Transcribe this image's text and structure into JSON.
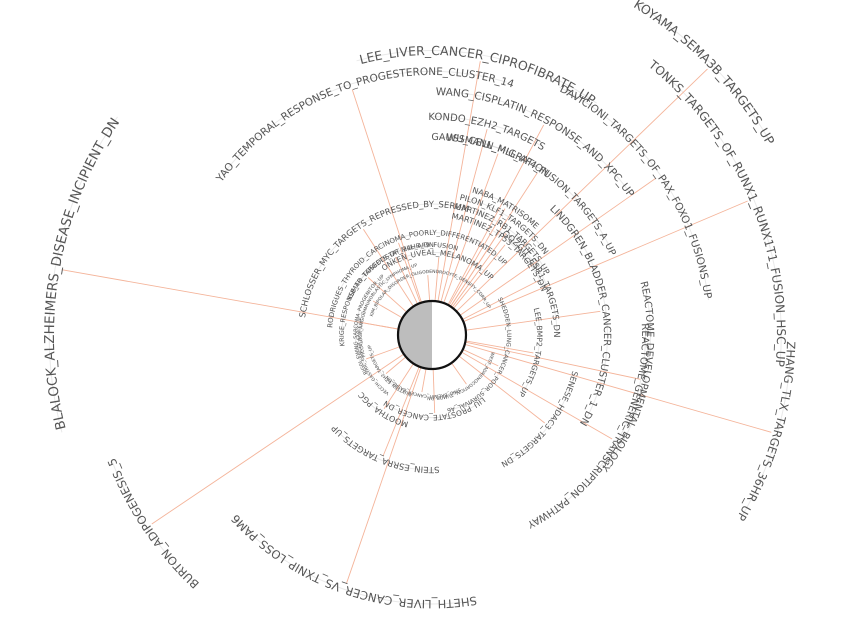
{
  "center": {
    "left_color": "#bdbdbd",
    "right_color": "#ffffff",
    "outline_color": "#111111"
  },
  "colors": {
    "spoke": "#f4b49a",
    "label": "#555555",
    "ring": "#bfbfbf"
  },
  "terms": [
    "BLALOCK_ALZHEIMERS_DISEASE_INCIPIENT_DN",
    "YAO_TEMPORAL_RESPONSE_TO_PROGESTERONE_CLUSTER_14",
    "LEE_LIVER_CANCER_CIPROFIBRATE_UP",
    "KONDO_EZH2_TARGETS",
    "WANG_CISPLATIN_RESPONSE_AND_XPC_UP",
    "WU_CELL_MIGRATION",
    "GAUSSMANN_MLL_AF4_FUSION_TARGETS_A_UP",
    "KOYAMA_SEMA3B_TARGETS_UP",
    "DAVICIONI_TARGETS_OF_PAX_FOXO1_FUSIONS_UP",
    "TONKS_TARGETS_OF_RUNX1_RUNX1T1_FUSION_HSC_UP",
    "NABA_MATRISOME",
    "PILON_KLF1_TARGETS_DN",
    "MARTINEZ_RB1_TARGETS_UP",
    "MARTINEZ_TP53_TARGETS_DN",
    "SCHLOSSER_MYC_TARGETS_REPRESSED_BY_SERUM",
    "RODRIGUES_THYROID_CARCINOMA_POORLY_DIFFERENTIATED_UP",
    "KRIGE_RESPONSE_TO_TOSEDOSTAT_24HR_DN",
    "KUMAR_TARGETS_OF_MLL_AF9_FUSION",
    "ONKEN_UVEAL_MELANOMA_UP",
    "KIM_BIPOLAR_DISORDER_OLIGODENDROCYTE_DENSITY_CORR_UP",
    "GOZGIT_ESR1_TARGETS_DN",
    "LINDGREN_BLADDER_CANCER_CLUSTER_1_DN",
    "REACTOME_DEVELOPMENTAL_BIOLOGY",
    "REACTOME_GENERIC_TRANSCRIPTION_PATHWAY",
    "LEE_BMP2_TARGETS_UP",
    "SHEDDEN_LUNG_CANCER_POOR_SURVIVAL_A6",
    "ZHANG_TLX_TARGETS_36HR_UP",
    "SENESE_HDAC3_TARGETS_DN",
    "LIU_PROSTATE_CANCER_DN",
    "MOOTHA_PGC",
    "STEIN_ESRRA_TARGETS_UP",
    "SHETH_LIVER_CANCER_VS_TXNIP_LOSS_PAM6",
    "BURTON_ADIPOGENESIS_5",
    "RIGGI_EWING_SARCOMA_PROGENITOR_UP",
    "PICCALUGA_ANGIOIMMUNOBLASTIC_LYMPHOMA_UP",
    "VECCHI_GASTRIC_CANCER_EARLY_UP",
    "SMID_BREAST_CANCER_BASAL_DN",
    "WEST_ADRENOCORTICAL_TUMOR_DN",
    "NUYTTEN_EZH2_TARGETS_UP"
  ]
}
